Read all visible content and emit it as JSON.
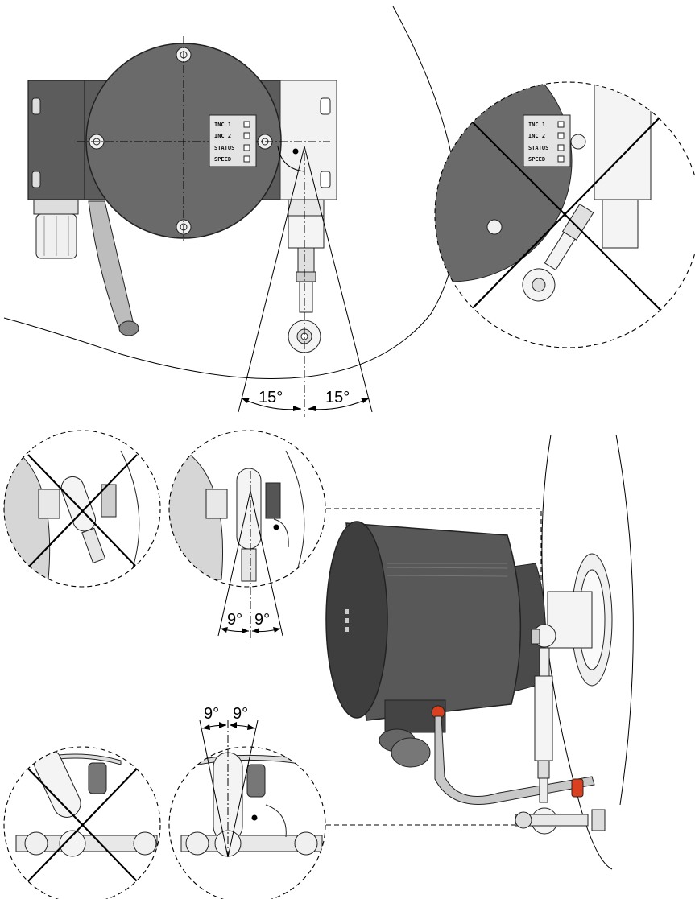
{
  "led_panel": {
    "inc1": "INC 1",
    "inc2": "INC 2",
    "status": "STATUS",
    "speed": "SPEED"
  },
  "angles": {
    "top_left": "15°",
    "top_right": "15°",
    "middle_left": "9°",
    "middle_right": "9°",
    "bottom_left": "9°",
    "bottom_right": "9°"
  },
  "colors": {
    "housing": "#5c5c5c",
    "housing_dark": "#3a3a3a",
    "metal_light": "#e6e6e6",
    "screw_accent": "#d9401f"
  }
}
